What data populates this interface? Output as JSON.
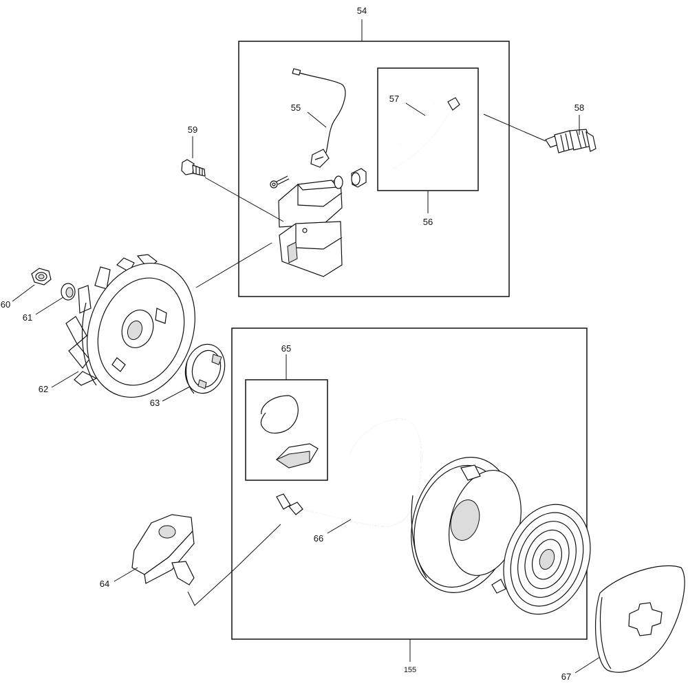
{
  "diagram": {
    "labels": {
      "p54": "54",
      "p55": "55",
      "p56": "56",
      "p57": "57",
      "p58": "58",
      "p59": "59",
      "p60": "60",
      "p61": "61",
      "p62": "62",
      "p63": "63",
      "p64": "64",
      "p65": "65",
      "p66": "66",
      "p67": "67",
      "p155": "155"
    }
  }
}
